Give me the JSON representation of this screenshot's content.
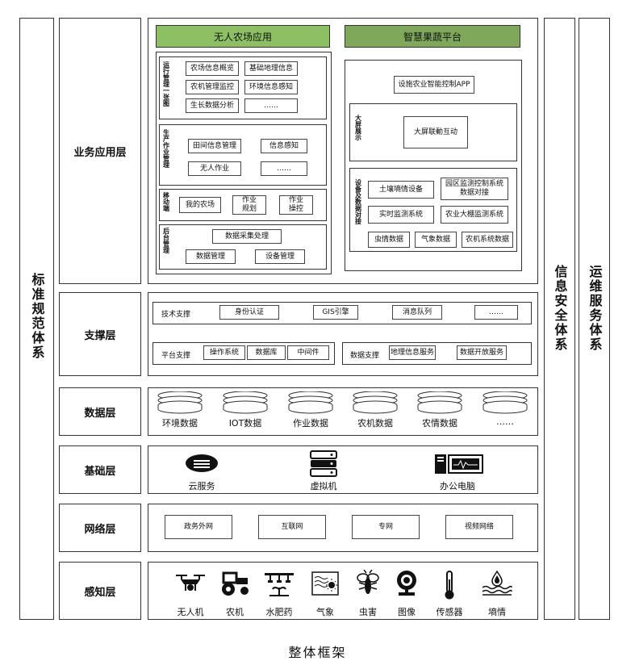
{
  "caption": "整体框架",
  "left_column": {
    "label": "标准规范体系"
  },
  "right_columns": [
    {
      "label": "信息安全体系"
    },
    {
      "label": "运维服务体系"
    }
  ],
  "layers": {
    "business": {
      "label": "业务应用层"
    },
    "support": {
      "label": "支撑层"
    },
    "data": {
      "label": "数据层"
    },
    "base": {
      "label": "基础层"
    },
    "network": {
      "label": "网络层"
    },
    "sensing": {
      "label": "感知层"
    }
  },
  "business": {
    "left_header": "无人农场应用",
    "right_header": "智慧果蔬平台",
    "accent_left": "#8cc063",
    "accent_right": "#7fa85a",
    "groups": {
      "ops": {
        "label": "运行管理一张图",
        "items": [
          "农场信息概览",
          "基础地理信息",
          "农机管理监控",
          "环境信息感知",
          "生长数据分析",
          "……"
        ]
      },
      "production": {
        "label": "生产作业管理",
        "items": [
          "田间信息管理",
          "信息感知",
          "无人作业",
          "……"
        ]
      },
      "mobile": {
        "label": "移动端",
        "items": [
          "我的农场",
          "作业规划",
          "作业操控"
        ]
      },
      "backend": {
        "label": "后台管理",
        "items": [
          "数据采集处理",
          "数据管理",
          "设备管理"
        ]
      }
    },
    "platform": {
      "app": "设施农业智能控制APP",
      "screen_label": "大屏展示",
      "screen_item": "大屏联動互动",
      "device_label": "设备及数据对接",
      "device_items": [
        "土壤墒情设备",
        "园区监测控制系统数据对接",
        "实时监测系统",
        "农业大棚监测系统",
        "虫情数据",
        "气象数据",
        "农机系统数据"
      ]
    }
  },
  "support": {
    "tech_label": "技术支撑",
    "tech_items": [
      "身份认证",
      "GIS引擎",
      "消息队列",
      "……"
    ],
    "platform_label": "平台支撑",
    "platform_items": [
      "操作系统",
      "数据库",
      "中间件"
    ],
    "data_label": "数据支撑",
    "data_items": [
      "地理信息服务",
      "数据开放服务"
    ]
  },
  "data_layer": {
    "items": [
      "环境数据",
      "IOT数据",
      "作业数据",
      "农机数据",
      "农情数据",
      "……"
    ]
  },
  "base_layer": {
    "items": [
      "云服务",
      "虚拟机",
      "办公电脑"
    ]
  },
  "network_layer": {
    "items": [
      "政务外网",
      "互联网",
      "专网",
      "视频网络"
    ]
  },
  "sensing_layer": {
    "items": [
      "无人机",
      "农机",
      "水肥药",
      "气象",
      "虫害",
      "图像",
      "传感器",
      "墒情"
    ]
  }
}
